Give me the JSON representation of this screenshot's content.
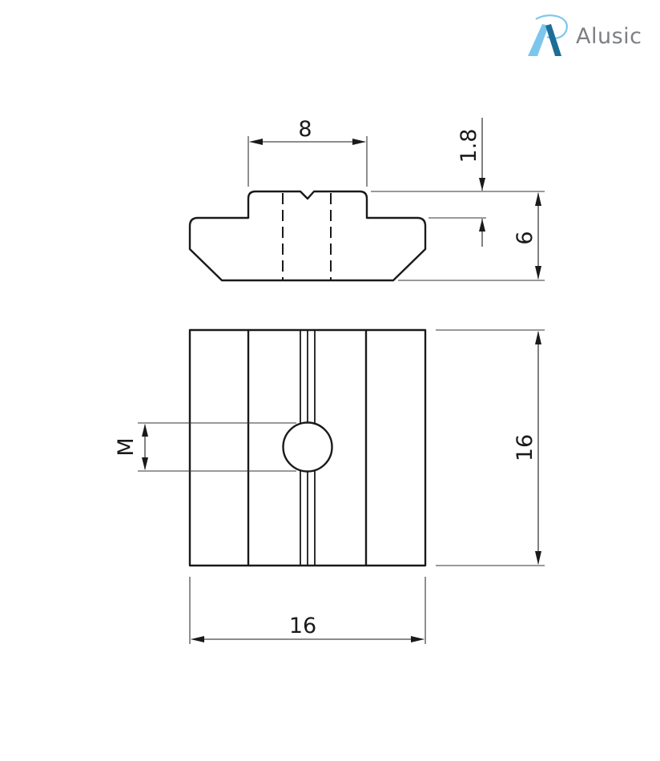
{
  "logo": {
    "brand_name": "Alusic",
    "mark_colors": {
      "light": "#7cc6ee",
      "dark": "#1c6e96"
    },
    "text_color": "#7d7f82"
  },
  "drawing": {
    "type": "technical-drawing",
    "subject": "T-slot nut",
    "line_color": "#1a1a1a",
    "views": {
      "side_view": {
        "dimensions": {
          "top_width": "8",
          "flange_height": "1.8",
          "total_height": "6"
        }
      },
      "front_view": {
        "dimensions": {
          "thread_label": "M",
          "height": "16",
          "width": "16"
        }
      }
    }
  }
}
